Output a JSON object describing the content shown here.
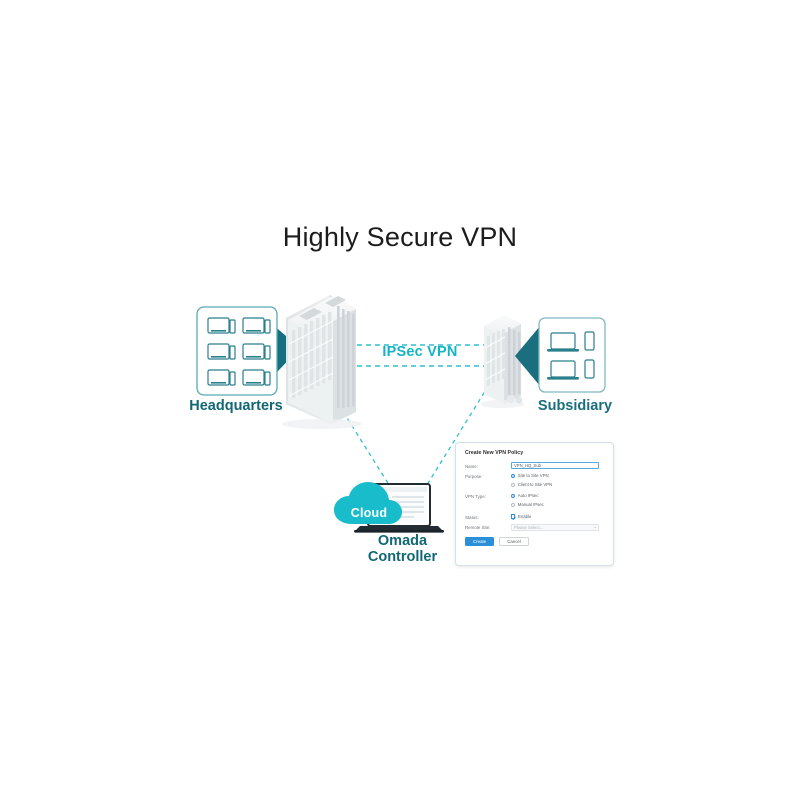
{
  "page": {
    "title": "Highly Secure VPN"
  },
  "diagram": {
    "hq_label": "Headquarters",
    "subsidiary_label": "Subsidiary",
    "tunnel_label": "IPSec VPN",
    "cloud_label": "Cloud",
    "controller_label_line1": "Omada",
    "controller_label_line2": "Controller",
    "colors": {
      "teal_dark": "#116774",
      "cyan": "#13b5c4",
      "accent_blue": "#2b90d9",
      "building_gray": "#e9ecee"
    }
  },
  "dialog": {
    "title": "Create New VPN Policy",
    "fields": {
      "name": {
        "label": "Name:",
        "value": "VPN_HQ_Sub",
        "placeholder": "VPN_HQ_Sub"
      },
      "purpose": {
        "label": "Purpose:",
        "options": [
          {
            "text": "Site to Site VPN",
            "selected": true
          },
          {
            "text": "Client to Site VPN",
            "selected": false
          }
        ]
      },
      "vpn_type": {
        "label": "VPN Type:",
        "options": [
          {
            "text": "Auto IPsec",
            "selected": true
          },
          {
            "text": "Manual IPsec",
            "selected": false
          }
        ]
      },
      "status": {
        "label": "Status:",
        "checkbox_text": "Enable",
        "checked": true
      },
      "remote_site": {
        "label": "Remote Site:",
        "value": "Please Select...",
        "placeholder": "Please Select..."
      }
    },
    "buttons": {
      "create": "Create",
      "cancel": "Cancel"
    }
  }
}
